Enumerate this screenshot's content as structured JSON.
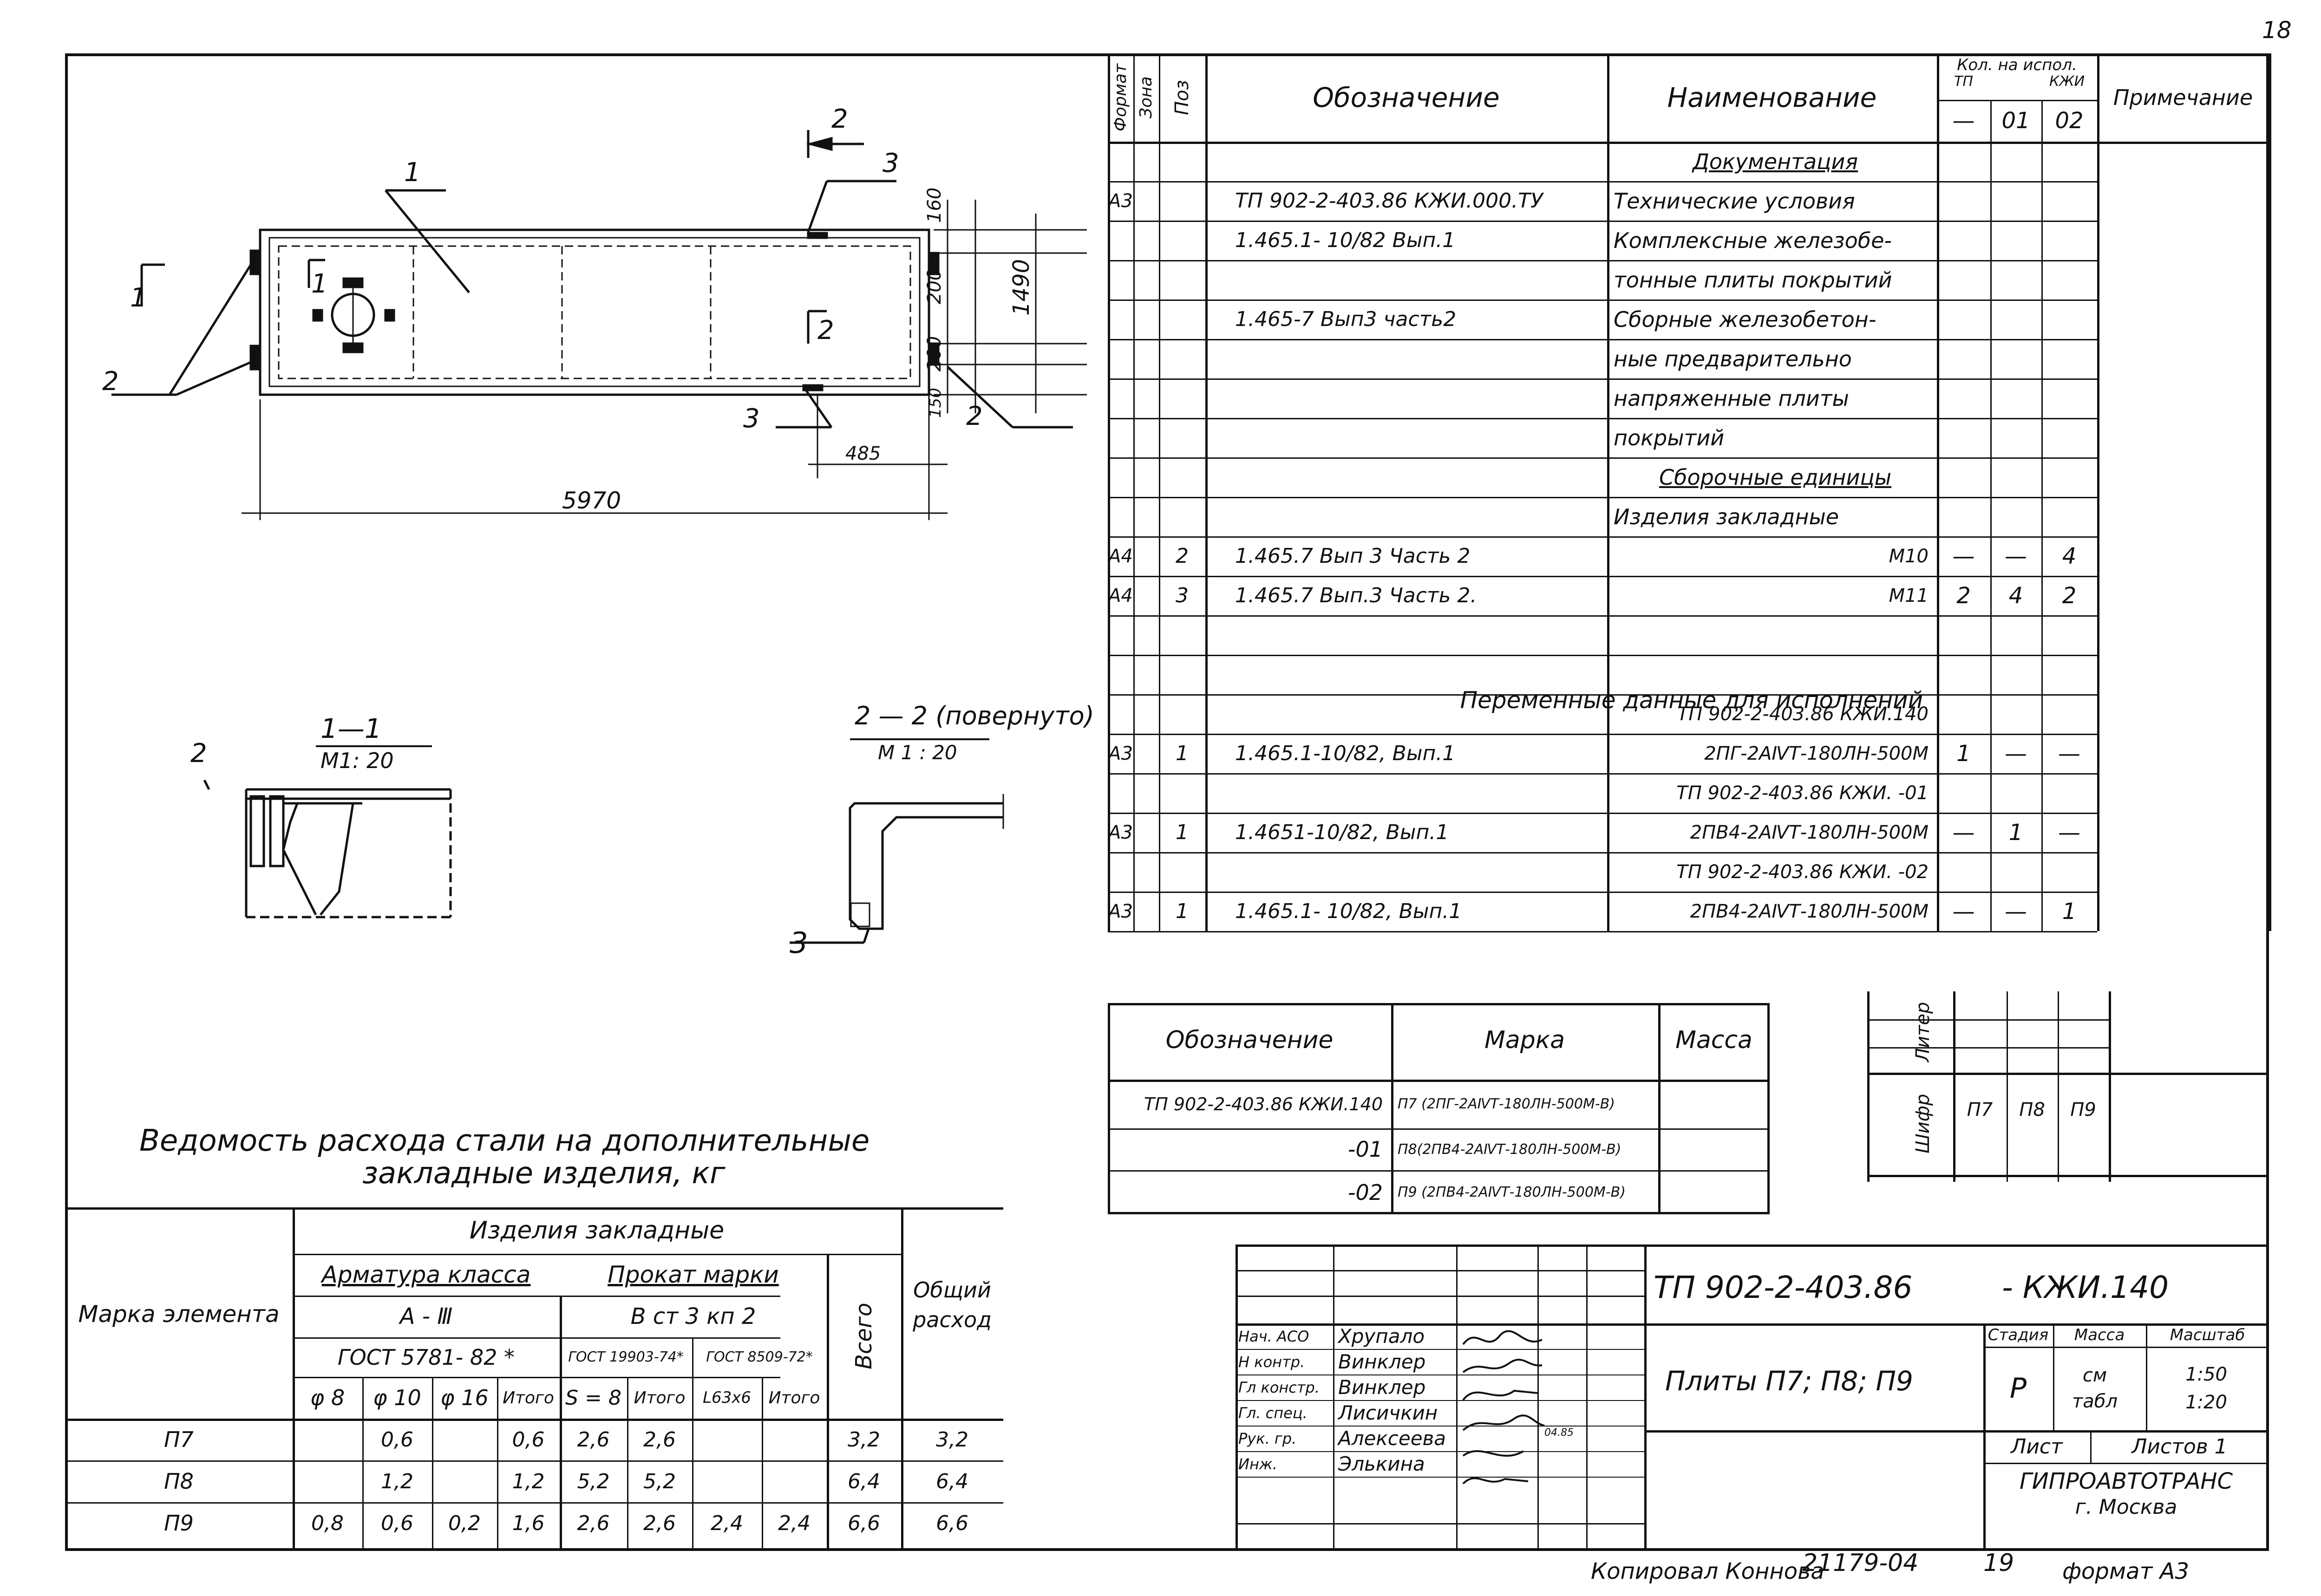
{
  "page_number": "18",
  "drawing": {
    "labels": {
      "n1": "1",
      "n2a": "2",
      "n2b": "2",
      "n2c": "2",
      "n3a": "3",
      "n3b": "3",
      "d160": "160",
      "d200a": "200",
      "d1490": "1490",
      "d200b": "200",
      "d150": "150",
      "d485": "485",
      "d5970": "5970",
      "cut1": "1",
      "cut1b": "1",
      "cut2": "2",
      "cut2b": "2"
    },
    "section1": {
      "title": "1—1",
      "scale": "M1: 20",
      "pos": "2"
    },
    "section2": {
      "title": "2 — 2 (повернуто)",
      "scale": "M 1 : 20",
      "pos": "3"
    }
  },
  "spec": {
    "headers": {
      "format": "Формат",
      "zone": "Зона",
      "pos": "Поз",
      "designation": "Обозначение",
      "name": "Наименование",
      "qty": "Кол. на испол.",
      "qty_tp": "ТП",
      "qty_kzhi": "КЖИ",
      "col1": "—",
      "col2": "01",
      "col3": "02",
      "note": "Примечание"
    },
    "rows": [
      {
        "f": "",
        "z": "",
        "p": "",
        "d": "",
        "n": "Документация",
        "q1": "",
        "q2": "",
        "q3": ""
      },
      {
        "f": "А3",
        "z": "",
        "p": "",
        "d": "ТП 902-2-403.86  КЖИ.000.ТУ",
        "n": "Технические условия",
        "q1": "",
        "q2": "",
        "q3": ""
      },
      {
        "f": "",
        "z": "",
        "p": "",
        "d": "1.465.1- 10/82  Вып.1",
        "n": "Комплексные железобе-",
        "q1": "",
        "q2": "",
        "q3": ""
      },
      {
        "f": "",
        "z": "",
        "p": "",
        "d": "",
        "n": "тонные плиты покрытий",
        "q1": "",
        "q2": "",
        "q3": ""
      },
      {
        "f": "",
        "z": "",
        "p": "",
        "d": "1.465-7 Вып3 часть2",
        "n": "Сборные железобетон-",
        "q1": "",
        "q2": "",
        "q3": ""
      },
      {
        "f": "",
        "z": "",
        "p": "",
        "d": "",
        "n": "ные предварительно",
        "q1": "",
        "q2": "",
        "q3": ""
      },
      {
        "f": "",
        "z": "",
        "p": "",
        "d": "",
        "n": "напряженные плиты",
        "q1": "",
        "q2": "",
        "q3": ""
      },
      {
        "f": "",
        "z": "",
        "p": "",
        "d": "",
        "n": "покрытий",
        "q1": "",
        "q2": "",
        "q3": ""
      },
      {
        "f": "",
        "z": "",
        "p": "",
        "d": "",
        "n": "Сборочные единицы",
        "q1": "",
        "q2": "",
        "q3": ""
      },
      {
        "f": "",
        "z": "",
        "p": "",
        "d": "",
        "n": "Изделия закладные",
        "q1": "",
        "q2": "",
        "q3": ""
      },
      {
        "f": "А4",
        "z": "",
        "p": "2",
        "d": "1.465.7  Вып 3  Часть 2",
        "n": "М10",
        "q1": "—",
        "q2": "—",
        "q3": "4"
      },
      {
        "f": "А4",
        "z": "",
        "p": "3",
        "d": "1.465.7  Вып.3  Часть 2.",
        "n": "М11",
        "q1": "2",
        "q2": "4",
        "q3": "2"
      },
      {
        "f": "",
        "z": "",
        "p": "",
        "d": "",
        "n": "",
        "q1": "",
        "q2": "",
        "q3": ""
      },
      {
        "f": "",
        "z": "",
        "p": "",
        "d": "",
        "n": "ТП 902-2-403.86   КЖИ.140",
        "q1": "",
        "q2": "",
        "q3": ""
      },
      {
        "f": "А3",
        "z": "",
        "p": "1",
        "d": "1.465.1-10/82,  Вып.1",
        "n": "2ПГ-2АⅣТ-180ЛН-500М",
        "q1": "1",
        "q2": "—",
        "q3": "—"
      },
      {
        "f": "",
        "z": "",
        "p": "",
        "d": "",
        "n": "ТП 902-2-403.86  КЖИ.  -01",
        "q1": "",
        "q2": "",
        "q3": ""
      },
      {
        "f": "А3",
        "z": "",
        "p": "1",
        "d": "1.4651-10/82,  Вып.1",
        "n": "2ПВ4-2АⅣТ-180ЛН-500М",
        "q1": "—",
        "q2": "1",
        "q3": "—"
      },
      {
        "f": "",
        "z": "",
        "p": "",
        "d": "",
        "n": "ТП 902-2-403.86  КЖИ.  -02",
        "q1": "",
        "q2": "",
        "q3": ""
      },
      {
        "f": "А3",
        "z": "",
        "p": "1",
        "d": "1.465.1- 10/82,  Вып.1",
        "n": "2ПВ4-2АⅣТ-180ЛН-500М",
        "q1": "—",
        "q2": "—",
        "q3": "1"
      }
    ],
    "variable_data": "Переменные данные для исполнений",
    "liter": "Литер",
    "code": "Шифр",
    "codes": [
      "П7",
      "П8",
      "П9"
    ]
  },
  "marks": {
    "headers": {
      "designation": "Обозначение",
      "mark": "Марка",
      "mass": "Масса"
    },
    "rows": [
      {
        "d": "ТП 902-2-403.86 КЖИ.140",
        "m": "П7 (2ПГ-2АⅣТ-180ЛН-500М-В)"
      },
      {
        "d": "-01",
        "m": "П8(2ПВ4-2АⅣТ-180ЛН-500М-В)"
      },
      {
        "d": "-02",
        "m": "П9 (2ПВ4-2АⅣТ-180ЛН-500М-В)"
      }
    ]
  },
  "steel": {
    "title1": "Ведомость расхода стали на дополнительные",
    "title2": "закладные изделия, кг",
    "h_mark": "Марка элемента",
    "h_items": "Изделия закладные",
    "h_arm": "Арматура класса",
    "h_arm_class": "А - Ⅲ",
    "h_arm_gost": "ГОСТ 5781- 82 *",
    "h_prokat": "Прокат марки",
    "h_prokat_grade": "В ст 3 кп 2",
    "h_gost1": "ГОСТ 19903-74*",
    "h_gost2": "ГОСТ 8509-72*",
    "h_total": "Всего",
    "h_overall": "Общий расход",
    "subheads": [
      "φ 8",
      "φ 10",
      "φ 16",
      "Итого",
      "S = 8",
      "Итого",
      "L63x6",
      "Итого"
    ],
    "rows": [
      {
        "mark": "П7",
        "v": [
          "",
          "0,6",
          "",
          "0,6",
          "2,6",
          "2,6",
          "",
          "",
          "3,2",
          "3,2"
        ]
      },
      {
        "mark": "П8",
        "v": [
          "",
          "1,2",
          "",
          "1,2",
          "5,2",
          "5,2",
          "",
          "",
          "6,4",
          "6,4"
        ]
      },
      {
        "mark": "П9",
        "v": [
          "0,8",
          "0,6",
          "0,2",
          "1,6",
          "2,6",
          "2,6",
          "2,4",
          "2,4",
          "6,6",
          "6,6"
        ]
      }
    ]
  },
  "title_block": {
    "code": "ТП 902-2-403.86",
    "code_suffix": "- КЖИ.140",
    "title": "Плиты П7; П8; П9",
    "stage_h": "Стадия",
    "mass_h": "Масса",
    "scale_h": "Масштаб",
    "stage": "Р",
    "mass": "см табл",
    "scale": "1:50  1:20",
    "sheet": "Лист",
    "sheets": "Листов 1",
    "org1": "ГИПРОАВТОТРАНС",
    "org2": "г. Москва",
    "staff": [
      {
        "role": "Нач. АСО",
        "name": "Хрупало"
      },
      {
        "role": "Н контр.",
        "name": "Винклер"
      },
      {
        "role": "Гл констр.",
        "name": "Винклер"
      },
      {
        "role": "Гл. спец.",
        "name": "Лисичкин"
      },
      {
        "role": "Рук. гр.",
        "name": "Алексеева"
      },
      {
        "role": "Инж.",
        "name": "Элькина"
      }
    ],
    "sign_date": "04.85"
  },
  "footer": {
    "copied": "Копировал  Коннова",
    "num": "21179-04",
    "sheet": "19",
    "format": "формат А3"
  }
}
